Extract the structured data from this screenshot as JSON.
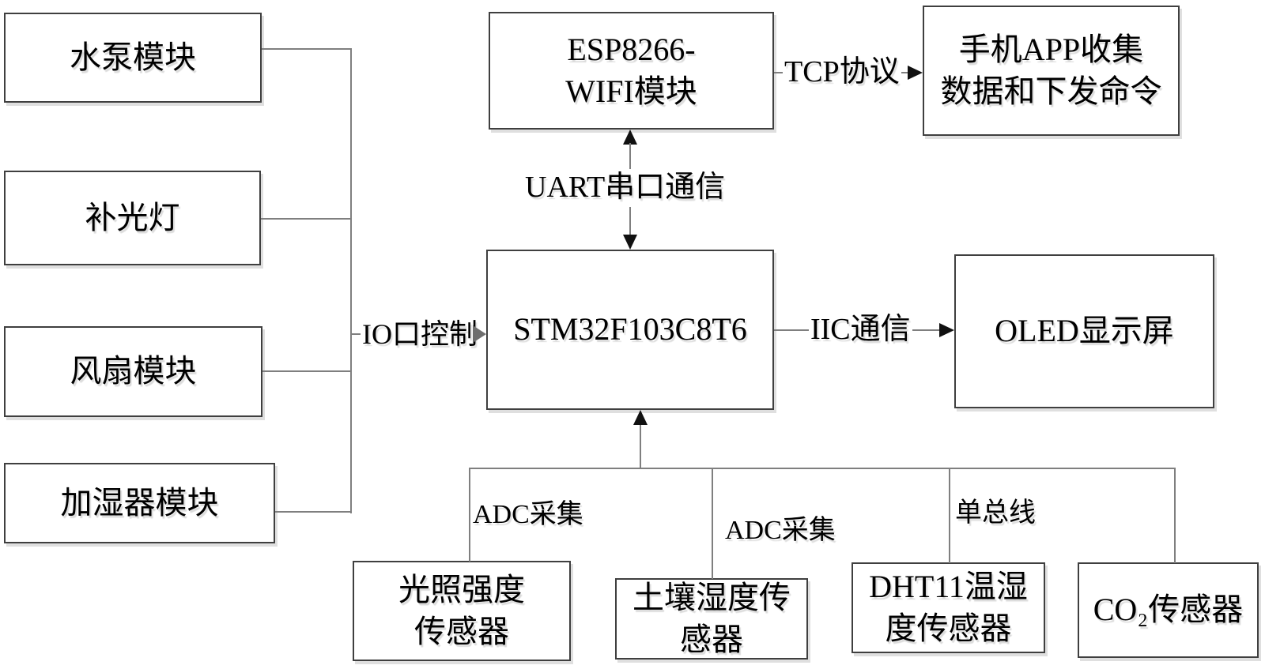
{
  "diagram": {
    "boxes": {
      "pump": {
        "label": "水泵模块"
      },
      "fill_light": {
        "label": "补光灯"
      },
      "fan": {
        "label": "风扇模块"
      },
      "humidifier": {
        "label": "加湿器模块"
      },
      "esp8266": {
        "label": "ESP8266-\nWIFI模块"
      },
      "phone_app": {
        "label": "手机APP收集\n数据和下发命令"
      },
      "stm32": {
        "label": "STM32F103C8T6"
      },
      "oled": {
        "label": "OLED显示屏"
      },
      "light_sensor": {
        "label": "光照强度\n传感器"
      },
      "soil_sensor": {
        "label": "土壤湿度传\n感器"
      },
      "dht11": {
        "label": "DHT11温湿\n度传感器"
      },
      "co2": {
        "label": "CO₂传感器"
      }
    },
    "connection_labels": {
      "io_control": "IO口控制",
      "uart": "UART串口通信",
      "tcp": "TCP协议",
      "iic": "IIC通信",
      "adc_1": "ADC采集",
      "adc_2": "ADC采集",
      "one_wire": "单总线"
    },
    "colors": {
      "background": "#ffffff",
      "connector_line": "#7f7f7f",
      "box_border": "#3f3f3f",
      "arrowhead": "#111111",
      "io_arrowhead": "#6e6e6e"
    }
  }
}
